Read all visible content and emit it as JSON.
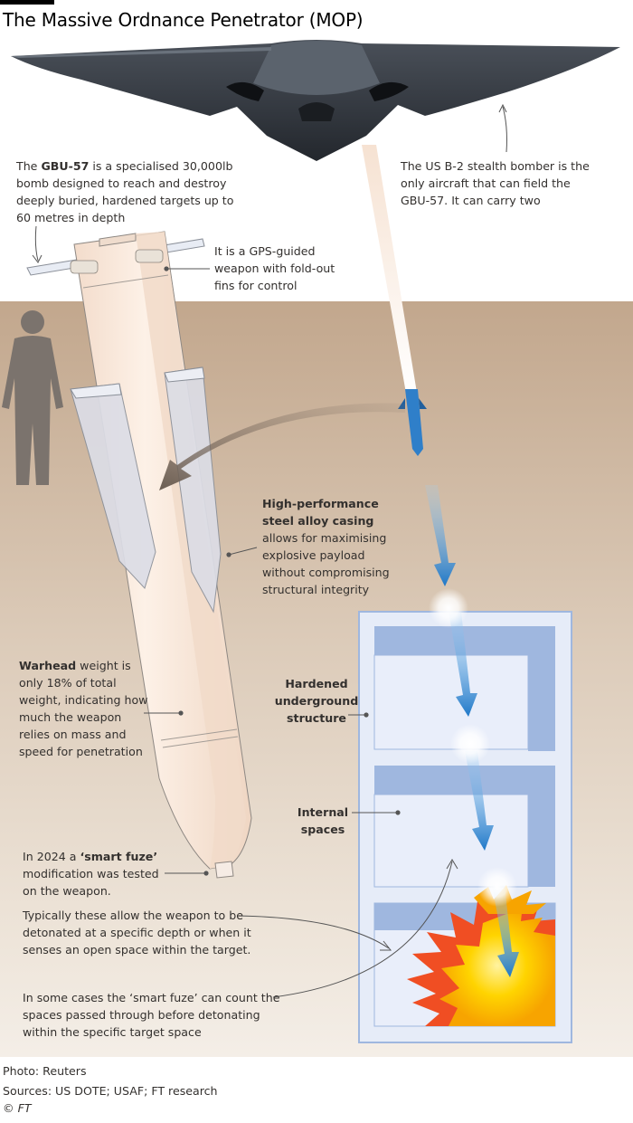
{
  "title": "The Massive Ordnance Penetrator (MOP)",
  "annotations": {
    "gbu57": {
      "bold": "GBU-57",
      "line1_pre": "The ",
      "line1_post": " is a specialised 30,000lb",
      "line2": "bomb designed to reach and destroy",
      "line3": "deeply buried, hardened targets up to",
      "line4": "60 metres in depth"
    },
    "b2": {
      "line1": "The US B-2 stealth bomber is the",
      "line2": "only aircraft that can field the",
      "line3": "GBU-57. It can carry two"
    },
    "gps": {
      "line1": "It is a GPS-guided",
      "line2": "weapon with fold-out",
      "line3": "fins for control"
    },
    "casing": {
      "bold1": "High-performance",
      "bold2": "steel alloy casing",
      "line3": "allows for maximising",
      "line4": "explosive payload",
      "line5": "without compromising",
      "line6": "structural integrity"
    },
    "warhead": {
      "bold": "Warhead",
      "line1_post": " weight is",
      "line2": "only 18% of total",
      "line3": "weight, indicating how",
      "line4": "much the weapon",
      "line5": "relies on mass and",
      "line6": "speed for penetration"
    },
    "hardened": {
      "line1": "Hardened",
      "line2": "underground",
      "line3": "structure"
    },
    "internal": {
      "line1": "Internal",
      "line2": "spaces"
    },
    "fuze": {
      "line1_pre": "In 2024 a ",
      "bold": "‘smart fuze’",
      "line2": "modification was tested",
      "line3": "on the weapon."
    },
    "typically": {
      "line1": "Typically these allow the weapon to be",
      "line2": "detonated at a specific depth or when it",
      "line3": "senses an open space within the target."
    },
    "count": {
      "line1": "In some cases the ‘smart fuze’ can count the",
      "line2": "spaces passed through before detonating",
      "line3": "within the specific target space"
    }
  },
  "footer": {
    "photo": "Photo: Reuters",
    "sources": "Sources: US DOTE; USAF; FT research",
    "copyright": "© FT"
  },
  "colors": {
    "ground_top": "#c2a78d",
    "bomb_fill": "#fbe9da",
    "structure_blue": "#9fb7df",
    "structure_light": "#e9eefa",
    "arrow_blue": "#2f7fc9",
    "explosion_yellow": "#ffd400",
    "explosion_red": "#f04e23"
  }
}
